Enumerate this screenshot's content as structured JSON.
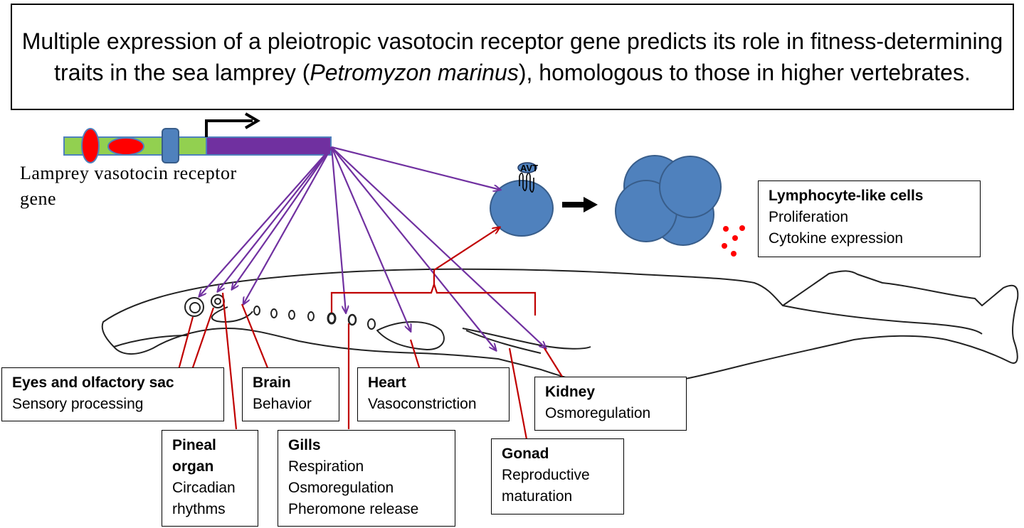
{
  "title": {
    "pre": "Multiple expression of a pleiotropic vasotocin receptor gene predicts its role in fitness-determining traits in the sea lamprey (",
    "species": "Petromyzon marinus",
    "post": "), homologous to those in higher vertebrates."
  },
  "gene": {
    "caption_line1": "Lamprey vasotocin receptor",
    "caption_line2": "gene"
  },
  "avt_label": "AVT",
  "lymphocyte": {
    "name": "Lymphocyte-like cells",
    "functions": [
      "Proliferation",
      "Cytokine expression"
    ]
  },
  "organs": {
    "eyes": {
      "name": "Eyes and olfactory sac",
      "functions": [
        "Sensory processing"
      ]
    },
    "pineal": {
      "name_line1": "Pineal",
      "name_line2": "organ",
      "functions": [
        "Circadian",
        "rhythms"
      ]
    },
    "brain": {
      "name": "Brain",
      "functions": [
        "Behavior"
      ]
    },
    "gills": {
      "name": "Gills",
      "functions": [
        "Respiration",
        "Osmoregulation",
        "Pheromone release"
      ]
    },
    "heart": {
      "name": "Heart",
      "functions": [
        "Vasoconstriction"
      ]
    },
    "gonad": {
      "name": "Gonad",
      "functions": [
        "Reproductive",
        "maturation"
      ]
    },
    "kidney": {
      "name": "Kidney",
      "functions": [
        "Osmoregulation"
      ]
    }
  },
  "colors": {
    "arrow_purple": "#7030a0",
    "leader_red": "#c00000",
    "gene_green": "#92d050",
    "gene_purple": "#7030a0",
    "gene_red": "#ff0000",
    "gene_blue": "#4f81bd",
    "cell_blue": "#4f81bd",
    "cytokine_red": "#ff0000"
  }
}
